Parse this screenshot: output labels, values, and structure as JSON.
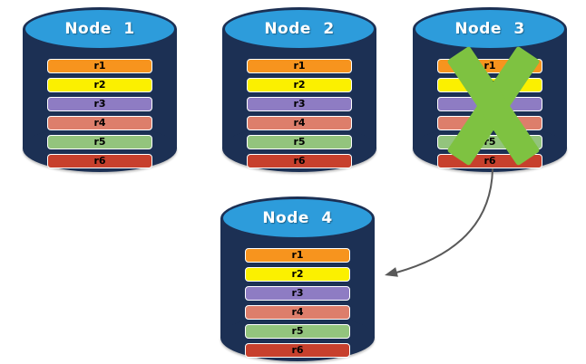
{
  "diagram": {
    "description": "Replicated database nodes; Node 3 failed, data re-replicated to Node 4",
    "nodes": [
      {
        "label": "Node 1",
        "status": "active",
        "rows": [
          {
            "label": "r1",
            "color": "#F7941E"
          },
          {
            "label": "r2",
            "color": "#FBF000"
          },
          {
            "label": "r3",
            "color": "#8E7CC3"
          },
          {
            "label": "r4",
            "color": "#DD7E6B"
          },
          {
            "label": "r5",
            "color": "#93C47D"
          },
          {
            "label": "r6",
            "color": "#C7402D"
          }
        ]
      },
      {
        "label": "Node 2",
        "status": "active",
        "rows": [
          {
            "label": "r1",
            "color": "#F7941E"
          },
          {
            "label": "r2",
            "color": "#FBF000"
          },
          {
            "label": "r3",
            "color": "#8E7CC3"
          },
          {
            "label": "r4",
            "color": "#DD7E6B"
          },
          {
            "label": "r5",
            "color": "#93C47D"
          },
          {
            "label": "r6",
            "color": "#C7402D"
          }
        ]
      },
      {
        "label": "Node 3",
        "status": "failed",
        "rows": [
          {
            "label": "r1",
            "color": "#F7941E"
          },
          {
            "label": "r2",
            "color": "#FBF000"
          },
          {
            "label": "r3",
            "color": "#8E7CC3"
          },
          {
            "label": "r4",
            "color": "#DD7E6B"
          },
          {
            "label": "r5",
            "color": "#93C47D"
          },
          {
            "label": "r6",
            "color": "#C7402D"
          }
        ]
      },
      {
        "label": "Node 4",
        "status": "active",
        "rows": [
          {
            "label": "r1",
            "color": "#F7941E"
          },
          {
            "label": "r2",
            "color": "#FBF000"
          },
          {
            "label": "r3",
            "color": "#8E7CC3"
          },
          {
            "label": "r4",
            "color": "#DD7E6B"
          },
          {
            "label": "r5",
            "color": "#93C47D"
          },
          {
            "label": "r6",
            "color": "#C7402D"
          }
        ]
      }
    ],
    "arrow": {
      "from": "Node 3",
      "to": "Node 4"
    },
    "colors": {
      "cylinder_body": "#1C3054",
      "cylinder_top": "#2D9CDB",
      "node_label_text": "#FFFFFF",
      "row_text": "#000000",
      "row_border": "#FFFFFF",
      "fail_x": "#7EC241",
      "arrow": "#595959"
    }
  }
}
